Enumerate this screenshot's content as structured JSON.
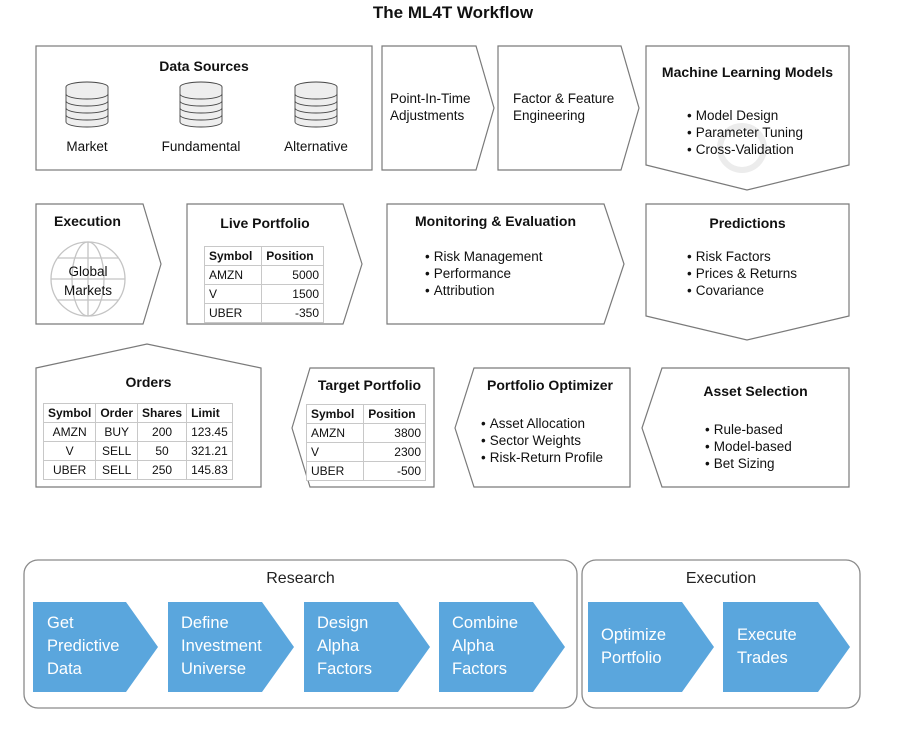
{
  "title": "The ML4T Workflow",
  "data_sources": {
    "title": "Data Sources",
    "items": [
      "Market",
      "Fundamental",
      "Alternative"
    ]
  },
  "pit": {
    "line1": "Point-In-Time",
    "line2": "Adjustments"
  },
  "factor": {
    "line1": "Factor & Feature",
    "line2": "Engineering"
  },
  "ml_models": {
    "title": "Machine Learning Models",
    "bullets": [
      "Model Design",
      "Parameter Tuning",
      "Cross-Validation"
    ]
  },
  "execution": {
    "title": "Execution",
    "globe_line1": "Global",
    "globe_line2": "Markets"
  },
  "live_portfolio": {
    "title": "Live Portfolio",
    "headers": [
      "Symbol",
      "Position"
    ],
    "rows": [
      [
        "AMZN",
        "5000"
      ],
      [
        "V",
        "1500"
      ],
      [
        "UBER",
        "-350"
      ]
    ]
  },
  "monitoring": {
    "title": "Monitoring & Evaluation",
    "bullets": [
      "Risk Management",
      "Performance",
      "Attribution"
    ]
  },
  "predictions": {
    "title": "Predictions",
    "bullets": [
      "Risk Factors",
      "Prices & Returns",
      "Covariance"
    ]
  },
  "orders": {
    "title": "Orders",
    "headers": [
      "Symbol",
      "Order",
      "Shares",
      "Limit"
    ],
    "rows": [
      [
        "AMZN",
        "BUY",
        "200",
        "123.45"
      ],
      [
        "V",
        "SELL",
        "50",
        "321.21"
      ],
      [
        "UBER",
        "SELL",
        "250",
        "145.83"
      ]
    ]
  },
  "target_portfolio": {
    "title": "Target Portfolio",
    "headers": [
      "Symbol",
      "Position"
    ],
    "rows": [
      [
        "AMZN",
        "3800"
      ],
      [
        "V",
        "2300"
      ],
      [
        "UBER",
        "-500"
      ]
    ]
  },
  "optimizer": {
    "title": "Portfolio Optimizer",
    "bullets": [
      "Asset Allocation",
      "Sector Weights",
      "Risk-Return Profile"
    ]
  },
  "asset_selection": {
    "title": "Asset Selection",
    "bullets": [
      "Rule-based",
      "Model-based",
      "Bet Sizing"
    ]
  },
  "research": {
    "title": "Research",
    "steps": [
      [
        "Get",
        "Predictive",
        "Data"
      ],
      [
        "Define",
        "Investment",
        "Universe"
      ],
      [
        "Design",
        "Alpha",
        "Factors"
      ],
      [
        "Combine",
        "Alpha",
        "Factors"
      ]
    ]
  },
  "execution_group": {
    "title": "Execution",
    "steps": [
      [
        "Optimize",
        "Portfolio"
      ],
      [
        "Execute",
        "Trades"
      ]
    ]
  },
  "colors": {
    "chevron_fill": "#5aa6dd",
    "box_stroke": "#7a7a7a",
    "group_stroke": "#8a8a8a"
  }
}
